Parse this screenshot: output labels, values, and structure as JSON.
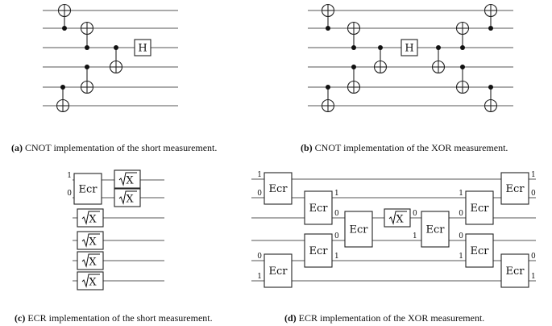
{
  "captions": {
    "a": {
      "tag": "(a)",
      "text": "CNOT implementation of the short measurement."
    },
    "b": {
      "tag": "(b)",
      "text": "CNOT implementation of the XOR measurement."
    },
    "c": {
      "tag": "(c)",
      "text": "ECR implementation of the short measurement."
    },
    "d": {
      "tag": "(d)",
      "text": "ECR implementation of the XOR measurement."
    }
  },
  "gate_labels": {
    "hadamard": "H",
    "ecr": "Ecr",
    "sqrt_x": "X"
  },
  "port_labels": {
    "one": "1",
    "zero": "0"
  },
  "colors": {
    "line": "#222222",
    "wire": "#555555",
    "text": "#111111"
  }
}
